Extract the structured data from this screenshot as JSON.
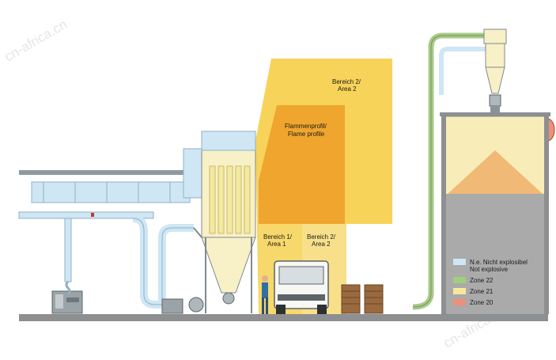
{
  "watermark": "cn-africa.cn",
  "labels": {
    "bereich_top": [
      "Bereich 2/",
      "Area 2"
    ],
    "flame": [
      "Flammenprofil/",
      "Flame profile"
    ],
    "bereich1": [
      "Bereich 1/",
      "Area 1"
    ],
    "bereich2": [
      "Bereich 2/",
      "Area 2"
    ]
  },
  "legend": [
    {
      "label": "N.e. Nicht explosibel",
      "label2": "Not explosive",
      "color": "#cfe6f4"
    },
    {
      "label": "Zone 22",
      "color": "#9fce7e"
    },
    {
      "label": "Zone 21",
      "color": "#f7e99b"
    },
    {
      "label": "Zone 20",
      "color": "#ee8f7a"
    }
  ],
  "colors": {
    "zone2": "#f7d35a",
    "flame": "#efa52e",
    "zone1": "#f7d86a",
    "pipe": "#cfe6f4",
    "steel": "#9aa7ae",
    "product": "#f0b975",
    "silo_bg": "#a9aaa9"
  }
}
